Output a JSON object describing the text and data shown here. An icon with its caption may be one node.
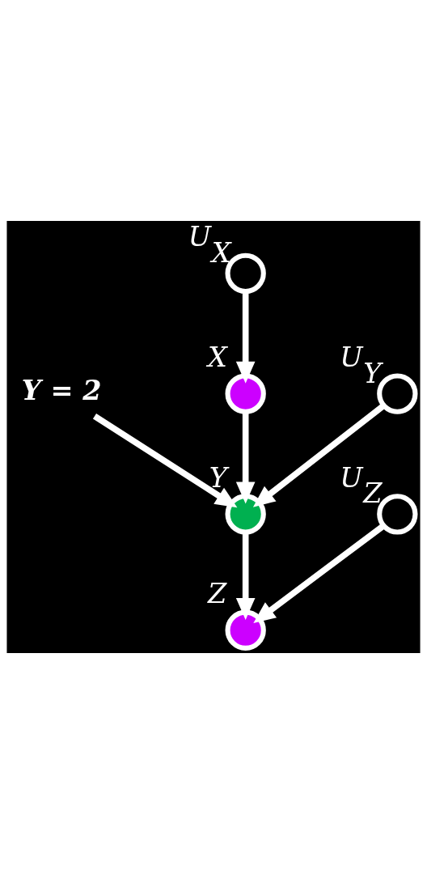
{
  "diagram": {
    "nodes": [
      {
        "text": [],
        "shape": "circle",
        "beside": [
          "U$_{X}$"
        ]
      },
      {
        "text": [],
        "shape": "circle",
        "beside": [
          "X"
        ]
      },
      {
        "text": [],
        "shape": "circle",
        "beside": [
          "U$_{Y}$"
        ]
      },
      {
        "text": [
          "Y = 2"
        ]
      },
      {
        "text": [],
        "shape": "circle",
        "beside": [
          "Y"
        ]
      },
      {
        "text": [],
        "shape": "circle",
        "beside": [
          "U$_{Z}$"
        ]
      },
      {
        "text": [],
        "shape": "circle",
        "beside": [
          "Z"
        ]
      }
    ],
    "edges": [
      {
        "from": 0,
        "to": 1,
        "arrow": "to"
      },
      {
        "from": 1,
        "to": 4,
        "arrow": "to"
      },
      {
        "from": 2,
        "to": 4,
        "arrow": "to"
      },
      {
        "from": 3,
        "to": 4,
        "arrow": "to"
      },
      {
        "from": 4,
        "to": 6,
        "arrow": "to"
      },
      {
        "from": 5,
        "to": 6,
        "arrow": "to"
      }
    ]
  }
}
